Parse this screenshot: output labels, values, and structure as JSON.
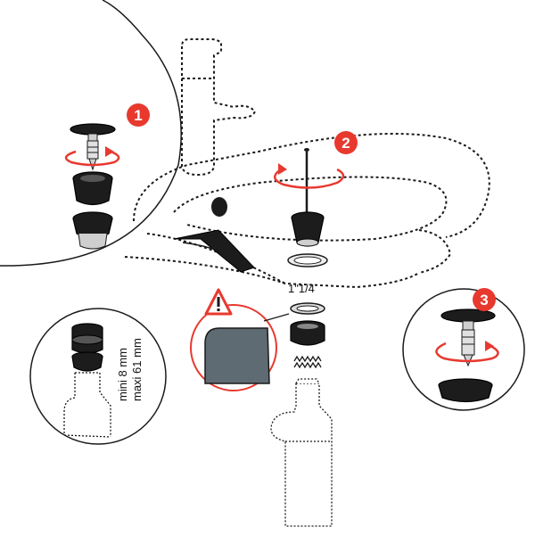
{
  "steps": {
    "step1": "1",
    "step2": "2",
    "step3": "3"
  },
  "labels": {
    "thread_size": "1\"1/4",
    "thickness_min": "mini 8 mm",
    "thickness_max": "maxi 61 mm"
  },
  "icons": {
    "warning": "warning-triangle-icon",
    "rotate": "rotate-arrow-icon"
  },
  "colors": {
    "accent": "#e8392f",
    "part_dark": "#1c1c1c",
    "basin_edge": "#5f6b73",
    "line": "#1a1a1a"
  }
}
